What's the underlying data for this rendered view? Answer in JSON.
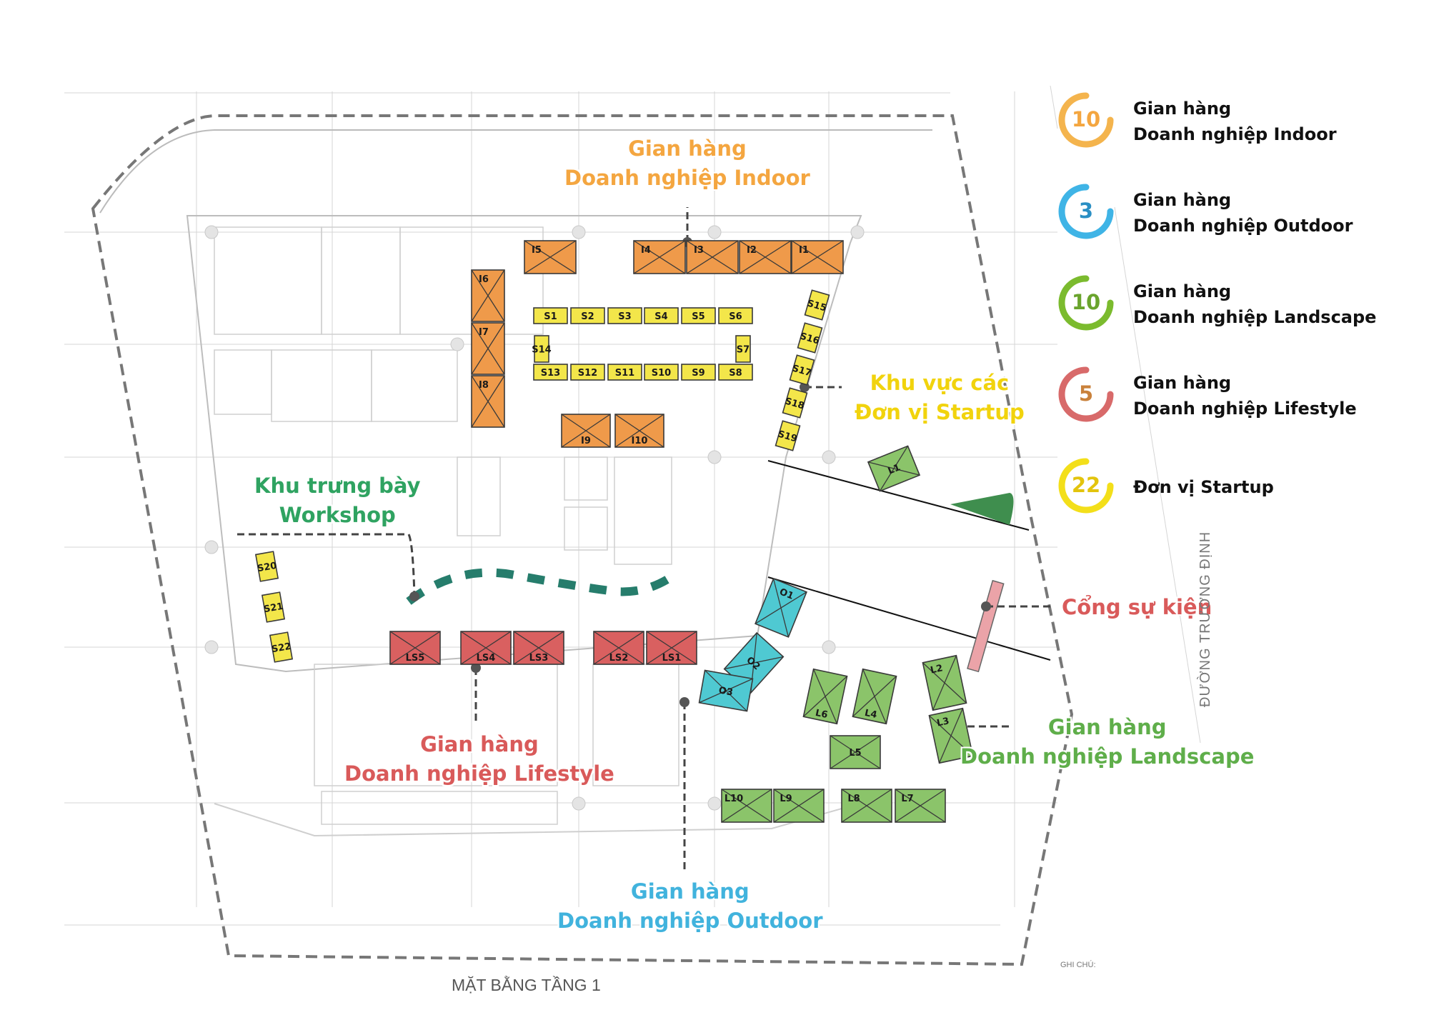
{
  "legend": [
    {
      "count": "10",
      "line1": "Gian hàng",
      "line2": "Doanh nghiệp Indoor",
      "color": "#f4a640"
    },
    {
      "count": "3",
      "line1": "Gian hàng",
      "line2": "Doanh nghiệp Outdoor",
      "color": "#41b3dd"
    },
    {
      "count": "10",
      "line1": "Gian hàng",
      "line2": "Doanh nghiệp Landscape",
      "color": "#6db33f"
    },
    {
      "count": "5",
      "line1": "Gian hàng",
      "line2": "Doanh nghiệp Lifestyle",
      "color": "#d95a5a"
    },
    {
      "count": "22",
      "line1": "Đơn vị Startup",
      "line2": "",
      "color": "#f1d30d"
    }
  ],
  "zones": {
    "indoor": {
      "line1": "Gian hàng",
      "line2": "Doanh nghiệp Indoor"
    },
    "startup": {
      "line1": "Khu vực các",
      "line2": "Đơn vị Startup"
    },
    "workshop": {
      "line1": "Khu trưng bày",
      "line2": "Workshop"
    },
    "lifestyle": {
      "line1": "Gian hàng",
      "line2": "Doanh nghiệp Lifestyle"
    },
    "outdoor": {
      "line1": "Gian hàng",
      "line2": "Doanh nghiệp Outdoor"
    },
    "landscape": {
      "line1": "Gian hàng",
      "line2": "Doanh nghiệp Landscape"
    },
    "gate": {
      "label": "Cổng sự kiện"
    }
  },
  "booths": {
    "indoor": [
      "I1",
      "I2",
      "I3",
      "I4",
      "I5",
      "I6",
      "I7",
      "I8",
      "I9",
      "I10"
    ],
    "startup": [
      "S1",
      "S2",
      "S3",
      "S4",
      "S5",
      "S6",
      "S7",
      "S8",
      "S9",
      "S10",
      "S11",
      "S12",
      "S13",
      "S14",
      "S15",
      "S16",
      "S17",
      "S18",
      "S19",
      "S20",
      "S21",
      "S22"
    ],
    "lifestyle": [
      "LS1",
      "LS2",
      "LS3",
      "LS4",
      "LS5"
    ],
    "outdoor": [
      "O1",
      "O2",
      "O3"
    ],
    "landscape": [
      "L1",
      "L2",
      "L3",
      "L4",
      "L5",
      "L6",
      "L7",
      "L8",
      "L9",
      "L10"
    ]
  },
  "plan": {
    "title": "MẶT BẰNG TẦNG 1",
    "road": "ĐƯỜNG TRƯƠNG ĐỊNH",
    "note": "GHI CHÚ:"
  },
  "colors": {
    "indoor": "#ef9a4a",
    "startup": "#f3e64a",
    "lifestyle": "#d96060",
    "outdoor": "#4fc9d2",
    "landscape": "#8bc46a",
    "gate": "#eba3a8"
  }
}
